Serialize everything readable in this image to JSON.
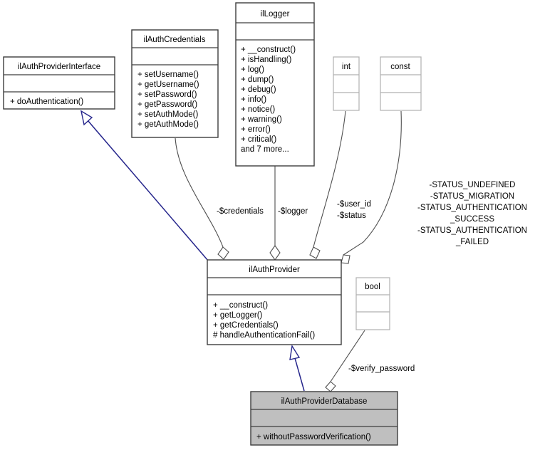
{
  "diagram": {
    "type": "uml-class-diagram",
    "title": "ilAuthProvider class hierarchy"
  },
  "classes": {
    "auth_provider_interface": {
      "name": "ilAuthProviderInterface",
      "attributes": [],
      "methods": [
        "+ doAuthentication()"
      ]
    },
    "auth_credentials": {
      "name": "ilAuthCredentials",
      "attributes": [],
      "methods": [
        "+ setUsername()",
        "+ getUsername()",
        "+ setPassword()",
        "+ getPassword()",
        "+ setAuthMode()",
        "+ getAuthMode()"
      ]
    },
    "logger": {
      "name": "ilLogger",
      "attributes": [],
      "methods": [
        "+ __construct()",
        "+ isHandling()",
        "+ log()",
        "+ dump()",
        "+ debug()",
        "+ info()",
        "+ notice()",
        "+ warning()",
        "+ error()",
        "+ critical()",
        "and 7 more..."
      ]
    },
    "int_type": {
      "name": "int",
      "attributes": [],
      "methods": []
    },
    "const_type": {
      "name": "const",
      "attributes": [],
      "methods": []
    },
    "bool_type": {
      "name": "bool",
      "attributes": [],
      "methods": []
    },
    "auth_provider": {
      "name": "ilAuthProvider",
      "attributes": [],
      "methods": [
        "+ __construct()",
        "+ getLogger()",
        "+ getCredentials()",
        "# handleAuthenticationFail()"
      ]
    },
    "auth_provider_database": {
      "name": "ilAuthProviderDatabase",
      "attributes": [],
      "methods": [
        "+ withoutPasswordVerification()"
      ]
    }
  },
  "edge_labels": {
    "credentials": "-$credentials",
    "logger": "-$logger",
    "user_id": "-$user_id",
    "status": "-$status",
    "verify_password": "-$verify_password",
    "status_constants": [
      "-STATUS_UNDEFINED",
      "-STATUS_MIGRATION",
      "-STATUS_AUTHENTICATION",
      "_SUCCESS",
      "-STATUS_AUTHENTICATION",
      "_FAILED"
    ]
  },
  "colors": {
    "background": "#ffffff",
    "box_border": "#3d3d3d",
    "box_border_light": "#b0b0b0",
    "box_fill": "#ffffff",
    "highlight_fill": "#bfbfbf",
    "inheritance_line": "#26268c",
    "association_line": "#4f4f4f",
    "text": "#000000"
  }
}
